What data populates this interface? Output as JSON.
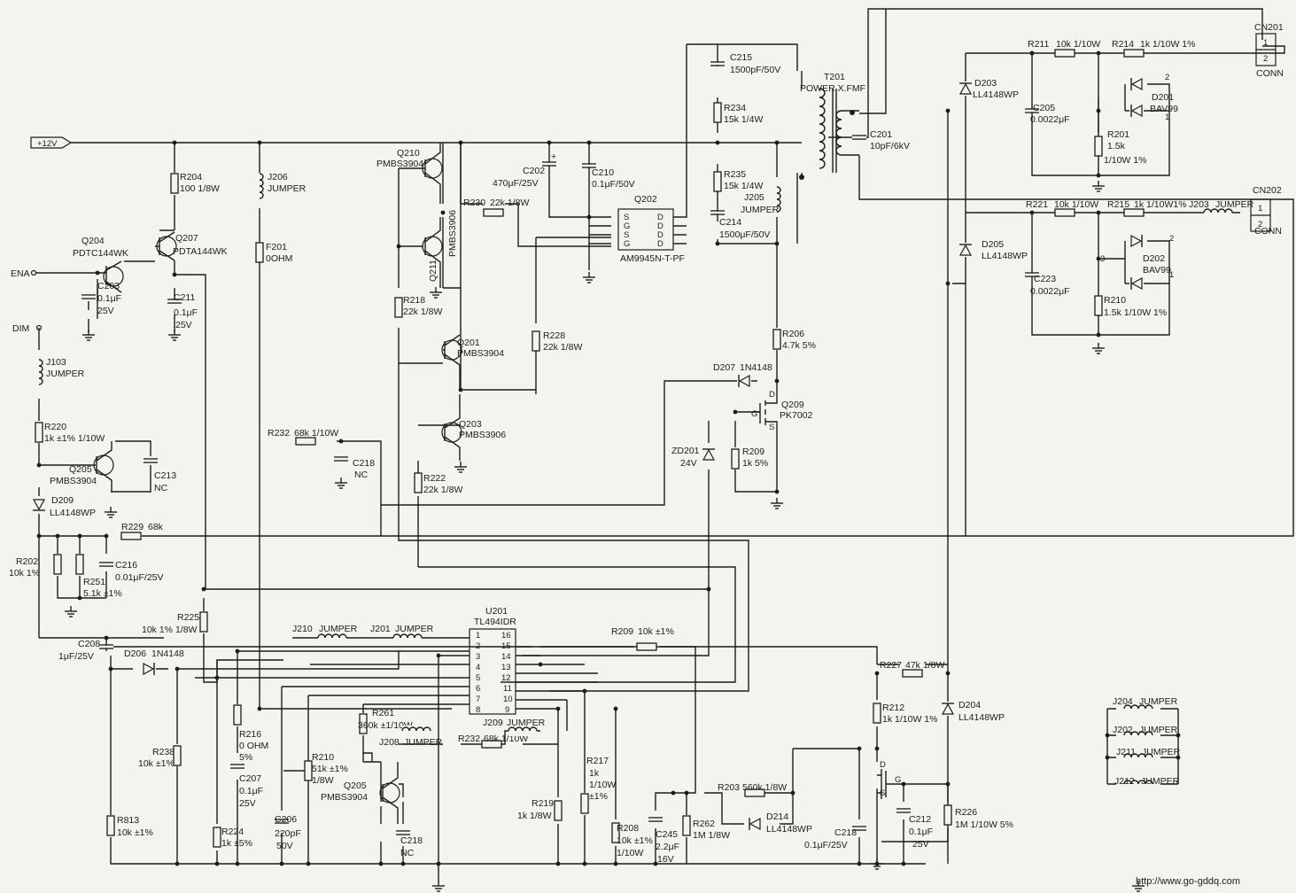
{
  "nets": {
    "v12": "+12V",
    "ena": "ENA",
    "dim": "DIM"
  },
  "transformer": {
    "ref": "T201",
    "value": "POWER X.FMF"
  },
  "connectors": [
    {
      "ref": "CN201",
      "pin1": "1",
      "pin2": "2",
      "type": "CONN"
    },
    {
      "ref": "CN202",
      "pin1": "1",
      "pin2": "2",
      "type": "CONN"
    }
  ],
  "ic": {
    "ref": "U201",
    "part": "TL494IDR",
    "pins_left": [
      "1",
      "2",
      "3",
      "4",
      "5",
      "6",
      "7",
      "8"
    ],
    "pins_right": [
      "16",
      "15",
      "14",
      "13",
      "12",
      "11",
      "10",
      "9"
    ]
  },
  "mosfet_array": {
    "ref": "Q202",
    "part": "AM9945N-T-PF",
    "pins_left": [
      "S",
      "G",
      "S",
      "G"
    ],
    "pins_right": [
      "D",
      "D",
      "D",
      "D"
    ]
  },
  "r": {
    "R204": [
      "R204",
      "100 1/8W"
    ],
    "R211": [
      "R211",
      "10k 1/10W"
    ],
    "R214": [
      "R214",
      "1k 1/10W 1%"
    ],
    "R201": [
      "R201",
      "1.5k",
      "1/10W 1%"
    ],
    "R221": [
      "R221",
      "10k 1/10W"
    ],
    "R215": [
      "R215",
      "1k 1/10W1%"
    ],
    "R210a": [
      "R210",
      "1.5k 1/10W 1%"
    ],
    "R234": [
      "R234",
      "15k 1/4W"
    ],
    "R235": [
      "R235",
      "15k 1/4W"
    ],
    "R230": [
      "R230",
      "22k 1/8W"
    ],
    "R218": [
      "R218",
      "22k 1/8W"
    ],
    "R228": [
      "R228",
      "22k 1/8W"
    ],
    "R222": [
      "R222",
      "22k 1/8W"
    ],
    "R206": [
      "R206",
      "4.7k 5%"
    ],
    "R209a": [
      "R209",
      "1k 5%"
    ],
    "R220": [
      "R220",
      "1k ±1% 1/10W"
    ],
    "R232a": [
      "R232",
      "68k 1/10W"
    ],
    "R229": [
      "R229",
      "68k"
    ],
    "R202": [
      "R202",
      "10k 1%"
    ],
    "R251": [
      "R251",
      "5.1k ±1%"
    ],
    "R225": [
      "R225",
      "10k 1% 1/8W"
    ],
    "R209b": [
      "R209",
      "10k ±1%"
    ],
    "R227": [
      "R227",
      "47k 1/8W"
    ],
    "R212": [
      "R212",
      "1k 1/10W 1%"
    ],
    "R238": [
      "R238",
      "10k ±1%"
    ],
    "R813": [
      "R813",
      "10k ±1%"
    ],
    "R216": [
      "R216",
      "0 OHM",
      "5%"
    ],
    "R224": [
      "R224",
      "1k ±5%"
    ],
    "R261": [
      "R261",
      "360k ±1/10W"
    ],
    "R210b": [
      "R210",
      "51k ±1%",
      "1/8W"
    ],
    "R232b": [
      "R232",
      "68k 1/10W"
    ],
    "R219": [
      "R219",
      "1k 1/8W"
    ],
    "R217": [
      "R217",
      "1k",
      "1/10W",
      "±1%"
    ],
    "R208": [
      "R208",
      "10k ±1%",
      "1/10W"
    ],
    "R203": [
      "R203",
      "560k 1/8W"
    ],
    "R262": [
      "R262",
      "1M 1/8W"
    ],
    "R226": [
      "R226",
      "1M 1/10W 5%"
    ]
  },
  "c": {
    "C215": [
      "C215",
      "1500pF/50V"
    ],
    "C201": [
      "C201",
      "10pF/6kV"
    ],
    "C205": [
      "C205",
      "0.0022μF"
    ],
    "C223": [
      "C223",
      "0.0022μF"
    ],
    "C202": [
      "C202",
      "470μF/25V"
    ],
    "C210": [
      "C210",
      "0.1μF/50V"
    ],
    "C214": [
      "C214",
      "1500μF/50V"
    ],
    "C203": [
      "C203",
      "0.1μF",
      "25V"
    ],
    "C211": [
      "C211",
      "0.1μF",
      "25V"
    ],
    "C213": [
      "C213",
      "NC"
    ],
    "C218a": [
      "C218",
      "NC"
    ],
    "C216": [
      "C216",
      "0.01μF/25V"
    ],
    "C208": [
      "C208",
      "1μF/25V"
    ],
    "C207": [
      "C207",
      "0.1μF",
      "25V"
    ],
    "C206": [
      "C206",
      "220pF",
      "50V"
    ],
    "C218b": [
      "C218",
      "NC"
    ],
    "C245": [
      "C245",
      "2.2μF",
      "16V"
    ],
    "C218c": [
      "C218",
      "0.1μF/25V"
    ],
    "C212": [
      "C212",
      "0.1μF",
      "25V"
    ]
  },
  "d": {
    "D203": [
      "D203",
      "LL4148WP"
    ],
    "D205": [
      "D205",
      "LL4148WP"
    ],
    "D201": [
      "D201",
      "BAV99"
    ],
    "D202": [
      "D202",
      "BAV99"
    ],
    "D207": [
      "D207",
      "1N4148"
    ],
    "ZD201": [
      "ZD201",
      "24V"
    ],
    "D209": [
      "D209",
      "LL4148WP"
    ],
    "D206": [
      "D206",
      "1N4148"
    ],
    "D214": [
      "D214",
      "LL4148WP"
    ],
    "D204": [
      "D204",
      "LL4148WP"
    ]
  },
  "q": {
    "Q210": [
      "Q210",
      "PMBS3904"
    ],
    "Q211": [
      "Q211",
      "PMBS3906"
    ],
    "Q204": [
      "Q204",
      "PDTC144WK"
    ],
    "Q207": [
      "Q207",
      "PDTA144WK"
    ],
    "Q201": [
      "Q201",
      "PMBS3904"
    ],
    "Q203": [
      "Q203",
      "PMBS3906"
    ],
    "Q209": [
      "Q209",
      "PK7002"
    ],
    "Q205a": [
      "Q205",
      "PMBS3904"
    ],
    "Q205b": [
      "Q205",
      "PMBS3904"
    ]
  },
  "j": {
    "J206": [
      "J206",
      "JUMPER"
    ],
    "J205": [
      "J205",
      "JUMPER"
    ],
    "J203": [
      "J203",
      "JUMPER"
    ],
    "J103": [
      "J103",
      "JUMPER"
    ],
    "J210": [
      "J210",
      "JUMPER"
    ],
    "J201": [
      "J201",
      "JUMPER"
    ],
    "J209": [
      "J209",
      "JUMPER"
    ],
    "J208": [
      "J208",
      "JUMPER"
    ],
    "J204": [
      "J204",
      "JUMPER"
    ],
    "J202": [
      "J202",
      "JUMPER"
    ],
    "J211": [
      "J211",
      "JUMPER"
    ],
    "J212": [
      "J212",
      "JUMPER"
    ]
  },
  "f": {
    "F201": [
      "F201",
      "0OHM"
    ]
  },
  "pins": {
    "d": "D",
    "g": "G",
    "s": "S",
    "p1": "1",
    "p2": "2",
    "p3": "3"
  },
  "watermark": "http://www.go-gddq.com"
}
